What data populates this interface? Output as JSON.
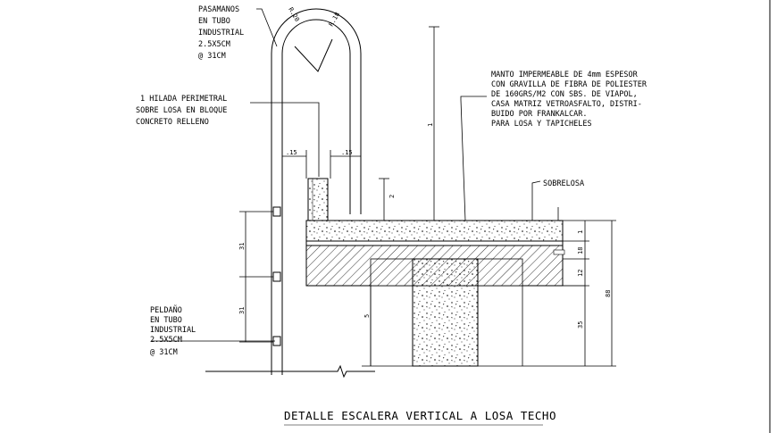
{
  "title": "DETALLE ESCALERA VERTICAL A LOSA TECHO",
  "labels": {
    "pasamanos": [
      "PASAMANOS",
      "EN TUBO",
      "INDUSTRIAL",
      "2.5X5CM",
      "@ 31CM"
    ],
    "hilada": [
      "1 HILADA PERIMETRAL",
      "SOBRE LOSA EN BLOQUE",
      "CONCRETO RELLENO"
    ],
    "manto": [
      "MANTO IMPERMEABLE DE 4mm ESPESOR",
      "CON GRAVILLA DE FIBRA DE POLIESTER",
      "DE 160GRS/M2 CON SBS. DE VIAPOL,",
      "CASA MATRIZ VETROASFALTO, DISTRI-",
      "BUIDO POR FRANKALCAR.",
      "PARA LOSA Y TAPICHELES"
    ],
    "sobrelosa": "SOBRELOSA",
    "peldano": [
      "PELDAÑO",
      "EN TUBO",
      "INDUSTRIAL",
      "2.5X5CM",
      "@ 31CM"
    ]
  },
  "dimensions": {
    "arc_r1": "R.20",
    "arc_r2": "R.18",
    "gap_left": ".15",
    "gap_right": ".15",
    "rail_height": "1",
    "block_h": "2",
    "layer1": "1",
    "layer2": "18",
    "layer3": "12",
    "total": "88",
    "column_h": "5",
    "lower": "35",
    "step1": "31",
    "step2": "31"
  }
}
